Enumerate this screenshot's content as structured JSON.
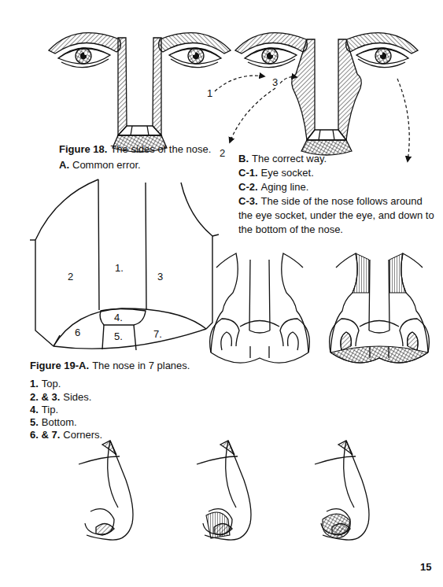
{
  "diagram": {
    "labels": [
      "Figure 18.",
      "The sides of the nose.",
      "A.",
      "Common error.",
      "1",
      "2",
      "3",
      "B.",
      "The correct way.",
      "C-1.",
      "Eye socket.",
      "C-2.",
      "Aging line.",
      "C-3.",
      "The side of the nose follows around the eye socket, under the eye, and down to the bottom of the nose.",
      "1.",
      "2",
      "3",
      "4.",
      "5.",
      "6",
      "7.",
      "Figure 19-A.",
      "The nose in 7 planes.",
      "1.",
      "Top.",
      "2. & 3.",
      "Sides.",
      "4.",
      "Tip.",
      "5.",
      "Bottom.",
      "6. & 7.",
      "Corners.",
      "15"
    ]
  }
}
